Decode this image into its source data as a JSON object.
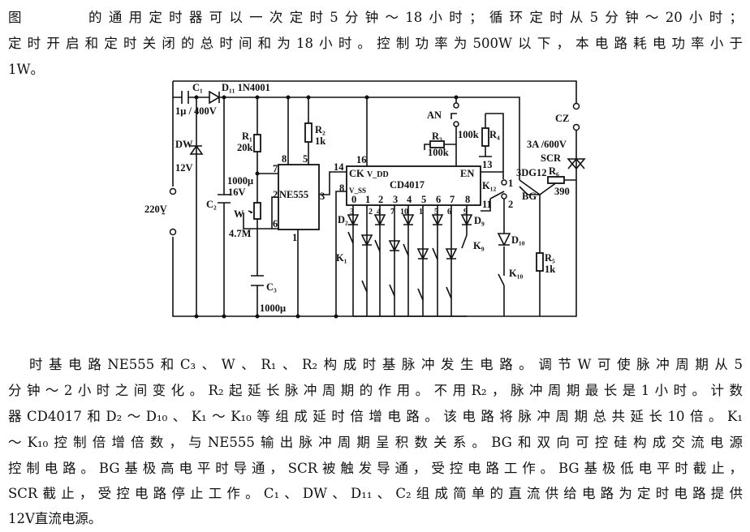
{
  "intro": {
    "lines": [
      "图　　　的通用定时器可以一次定时5分钟～18小时；循环定时从5分钟～20小时；",
      "定时开启和定时关闭的总时间和为18小时。控制功率为500W以下，本电路耗电功率小于",
      "1W。"
    ]
  },
  "diagram": {
    "labels": {
      "c1": "C₁",
      "d11": "D₁₁ 1N4001",
      "c1_val": "1μ / 400V",
      "dw": "DW",
      "dw_val": "12V",
      "ac": "220V̰",
      "r1": "R₁",
      "r1_val": "20k",
      "r2": "R₂",
      "r2_val": "1k",
      "c2": "C₂",
      "c2_val1": "1000μ",
      "c2_val2": "16V",
      "w": "W",
      "w_val": "4.7M",
      "c3": "C₃",
      "c3_val": "1000μ",
      "ne555": "NE555",
      "p8": "8",
      "p5": "5",
      "p7": "7",
      "p2": "2",
      "p6": "6",
      "p3": "3",
      "p1": "1",
      "cd4017": "CD4017",
      "ck": "CK",
      "vdd": "V_DD",
      "vss": "V_SS",
      "en": "EN",
      "p14": "14",
      "p16": "16",
      "p8b": "8",
      "p13": "13",
      "p11": "11",
      "outs": [
        "0",
        "1",
        "2",
        "3",
        "4",
        "5",
        "6",
        "7",
        "8"
      ],
      "pins": [
        "3",
        "2",
        "4",
        "7",
        "10",
        "1",
        "5",
        "6",
        "9"
      ],
      "an": "AN",
      "r3": "R₃",
      "r3_val": "100k",
      "r4": "R₄",
      "r4_val": "100k",
      "k12": "K₁₂",
      "sw1": "1",
      "sw2": "2",
      "d2": "D₂",
      "d9": "D₉",
      "d10": "D₁₀",
      "k1": "K₁",
      "k9": "K₉",
      "k10": "K₁₀",
      "cz": "CZ",
      "scr_val": "3A /600V",
      "scr": "SCR",
      "bg_type": "3DG12",
      "r6": "R₆",
      "r6_val": "390",
      "bg": "BG",
      "r5": "R₅",
      "r5_val": "1k"
    }
  },
  "body": {
    "lines": [
      "时基电路NE555和C₃、W、R₁、R₂构成时基脉冲发生电路。调节W可使脉冲周期从5",
      "分钟～2小时之间变化。R₂起延长脉冲周期的作用。不用R₂，脉冲周期最长是1小时。计数",
      "器CD4017和D₂～D₁₀、K₁～K₁₀等组成延时倍增电路。该电路将脉冲周期总共延长10倍。K₁",
      "～K₁₀控制倍增倍数，与NE555输出脉冲周期呈积数关系。BG和双向可控硅构成交流电源",
      "控制电路。BG基极高电平时导通，SCR被触发导通，受控电路工作。BG基极低电平时截止，",
      "SCR截止，受控电路停止工作。C₁、DW、D₁₁、C₂组成简单的直流供给电路为定时电路提供",
      "12V直流电源。"
    ]
  }
}
